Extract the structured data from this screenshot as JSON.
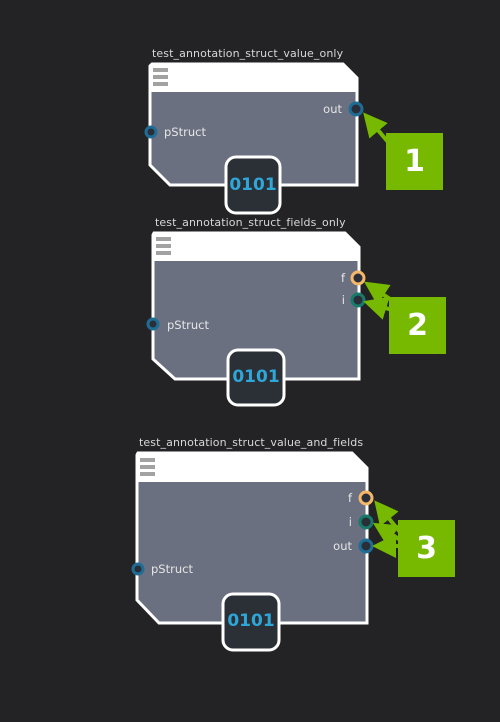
{
  "colors": {
    "background": "#232325",
    "node_body": "#6b7080",
    "node_border": "#ffffff",
    "port_blue": "#1f6d95",
    "port_teal": "#177a6a",
    "port_orange": "#f5b86a",
    "callout_green": "#76b900",
    "badge_text": "#2fa6d8"
  },
  "diagram": {
    "nodes": [
      {
        "title": "test_annotation_struct_value_only",
        "input_label": "pStruct",
        "outputs": [
          {
            "label": "out",
            "color": "blue"
          }
        ],
        "badge": "0101",
        "callout": "1"
      },
      {
        "title": "test_annotation_struct_fields_only",
        "input_label": "pStruct",
        "outputs": [
          {
            "label": "f",
            "color": "orange"
          },
          {
            "label": "i",
            "color": "teal"
          }
        ],
        "badge": "0101",
        "callout": "2"
      },
      {
        "title": "test_annotation_struct_value_and_fields",
        "input_label": "pStruct",
        "outputs": [
          {
            "label": "f",
            "color": "orange"
          },
          {
            "label": "i",
            "color": "teal"
          },
          {
            "label": "out",
            "color": "blue"
          }
        ],
        "badge": "0101",
        "callout": "3"
      }
    ]
  }
}
